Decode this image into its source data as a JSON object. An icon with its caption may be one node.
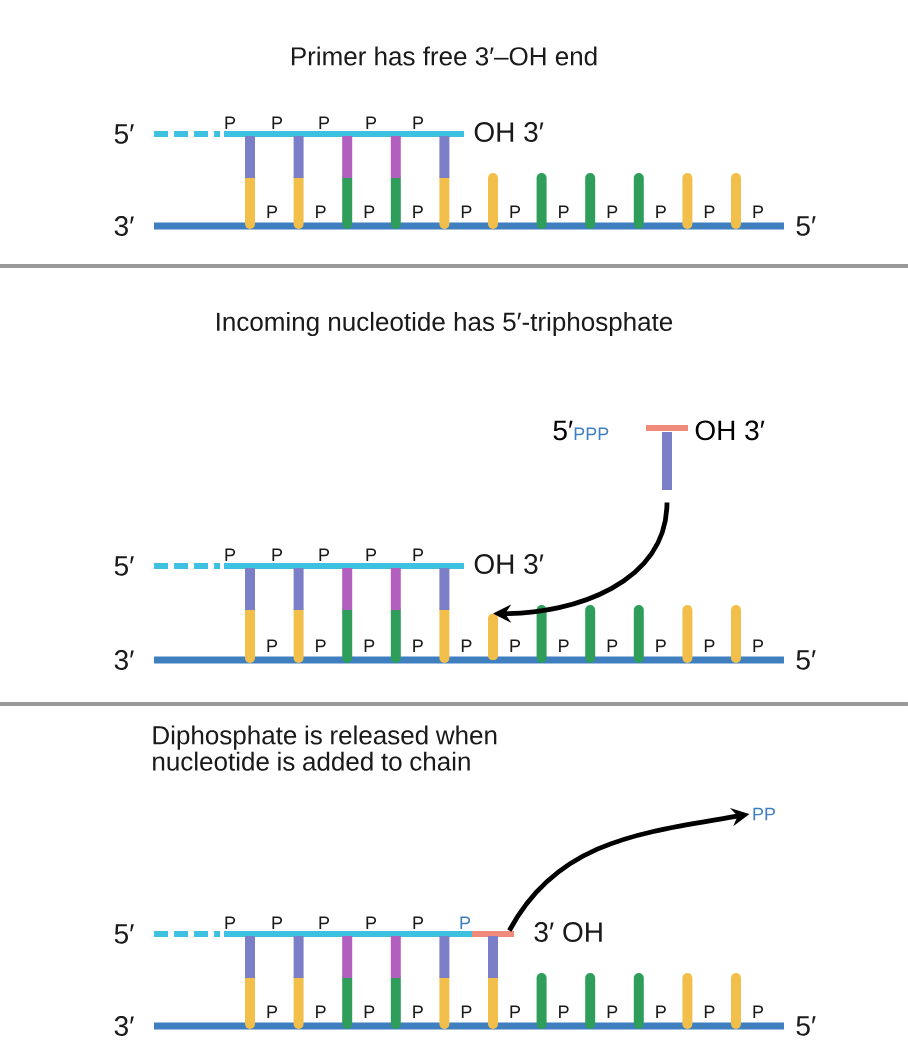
{
  "diagram": {
    "nodes": [
      {
        "text": [
          "5′",
          "PPP",
          "OH 3′"
        ]
      },
      {
        "text": [],
        "shape": "bar"
      },
      {
        "text": [],
        "shape": "bar"
      },
      {
        "text": [
          "PP"
        ]
      }
    ],
    "edges": [
      {
        "from": 0,
        "to": 1,
        "arrow": "to"
      },
      {
        "from": 2,
        "to": 3,
        "arrow": "to"
      }
    ],
    "labels": [
      "Primer has free 3′–OH end",
      "5′",
      "P",
      "P",
      "P",
      "P",
      "P",
      "OH 3′",
      "3′",
      "P",
      "P",
      "P",
      "P",
      "P",
      "P",
      "P",
      "P",
      "P",
      "P",
      "P",
      "5′",
      "Incoming nucleotide has 5′-triphosphate",
      "5′",
      "P",
      "P",
      "P",
      "P",
      "P",
      "OH 3′",
      "3′",
      "P",
      "P",
      "P",
      "P",
      "P",
      "P",
      "P",
      "P",
      "P",
      "P",
      "P",
      "5′",
      "Diphosphate is released when nucleotide is added to chain",
      "5′",
      "P",
      "P",
      "P",
      "P",
      "P",
      "P",
      "3′ OH",
      "3′",
      "P",
      "P",
      "P",
      "P",
      "P",
      "P",
      "P",
      "P",
      "P",
      "P",
      "P",
      "5′"
    ]
  }
}
